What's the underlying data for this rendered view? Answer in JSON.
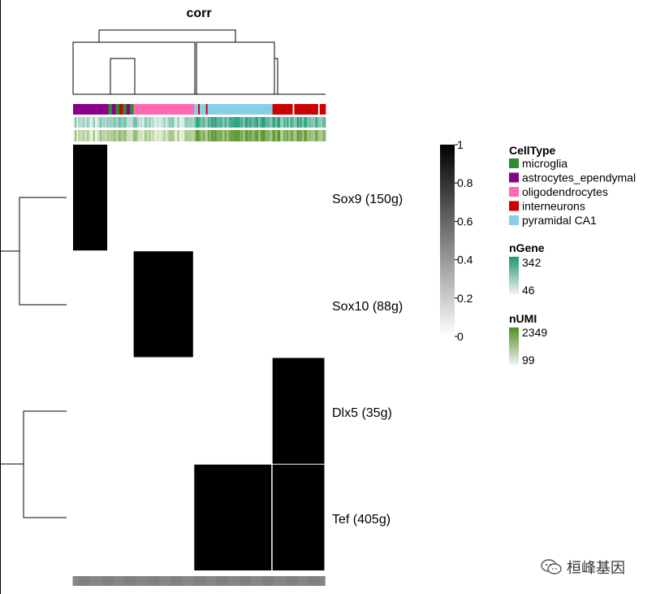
{
  "chart_data": {
    "type": "heatmap",
    "title": "corr",
    "rows": [
      {
        "label": "Sox9 (150g)",
        "cluster": "astrocytes_ependymal"
      },
      {
        "label": "Sox10 (88g)",
        "cluster": "oligodendrocytes"
      },
      {
        "label": "Dlx5 (35g)",
        "cluster": "interneurons"
      },
      {
        "label": "Tef (405g)",
        "cluster": "pyramidal CA1 + interneurons"
      }
    ],
    "column_groups": [
      {
        "cell_type": "astrocytes_ependymal",
        "fraction": 0.14,
        "Sox9": 1,
        "Sox10": 0,
        "Dlx5": 0,
        "Tef": 0
      },
      {
        "cell_type": "microglia (mixed)",
        "fraction": 0.1,
        "Sox9": 0,
        "Sox10": 0,
        "Dlx5": 0,
        "Tef": 0
      },
      {
        "cell_type": "oligodendrocytes",
        "fraction": 0.24,
        "Sox9": 0,
        "Sox10": 1,
        "Dlx5": 0,
        "Tef": 0
      },
      {
        "cell_type": "pyramidal CA1",
        "fraction": 0.31,
        "Sox9": 0,
        "Sox10": 0,
        "Dlx5": 0,
        "Tef": 1
      },
      {
        "cell_type": "interneurons",
        "fraction": 0.21,
        "Sox9": 0,
        "Sox10": 0,
        "Dlx5": 1,
        "Tef": 1
      }
    ],
    "colorbar": {
      "ticks": [
        "1",
        "0.8",
        "0.6",
        "0.4",
        "0.2",
        "0"
      ],
      "range": [
        0,
        1
      ],
      "low_color": "#ffffff",
      "high_color": "#000000"
    },
    "legends": {
      "celltype": {
        "title": "CellType",
        "items": [
          {
            "label": "microglia",
            "color": "#2e8b2e"
          },
          {
            "label": "astrocytes_ependymal",
            "color": "#8b008b"
          },
          {
            "label": "oligodendrocytes",
            "color": "#ff69b4"
          },
          {
            "label": "interneurons",
            "color": "#cc0000"
          },
          {
            "label": "pyramidal CA1",
            "color": "#87ceeb"
          }
        ]
      },
      "ngene": {
        "title": "nGene",
        "max": "342",
        "min": "46",
        "color": "#1a9873"
      },
      "numi": {
        "title": "nUMI",
        "max": "2349",
        "min": "99",
        "color": "#4f8f1e"
      }
    }
  },
  "watermark": {
    "text": "桓峰基因",
    "icon": "wechat-icon"
  }
}
